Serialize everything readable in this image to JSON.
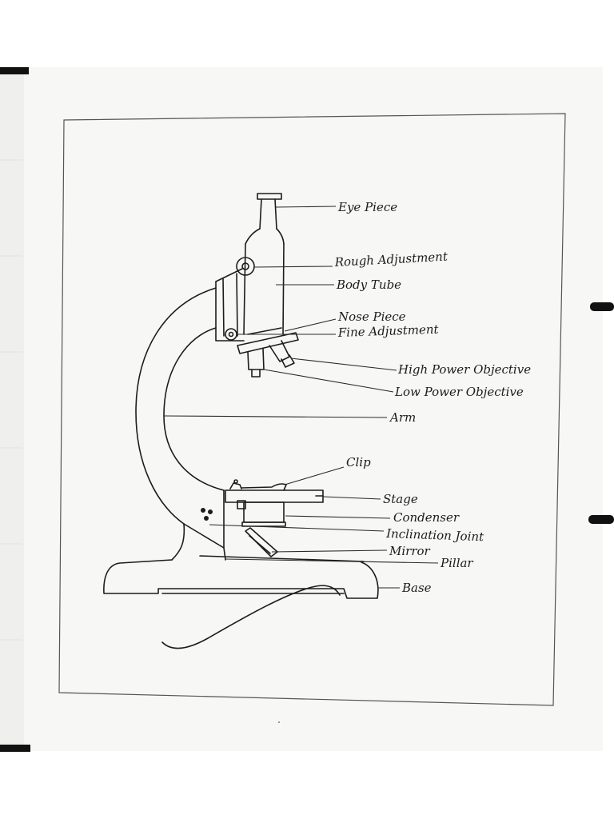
{
  "labels": {
    "eye_piece": "Eye Piece",
    "rough_adjustment": "Rough Adjustment",
    "body_tube": "Body Tube",
    "nose_piece": "Nose Piece",
    "fine_adjustment": "Fine Adjustment",
    "high_power_objective": "High Power Objective",
    "low_power_objective": "Low Power Objective",
    "arm": "Arm",
    "clip": "Clip",
    "stage": "Stage",
    "condenser": "Condenser",
    "inclination_joint": "Inclination Joint",
    "mirror": "Mirror",
    "pillar": "Pillar",
    "base": "Base"
  },
  "colors": {
    "page_white": "#ffffff",
    "paper": "#f7f7f5",
    "ink": "#1c1c1c",
    "binder_bar": "#111111"
  }
}
